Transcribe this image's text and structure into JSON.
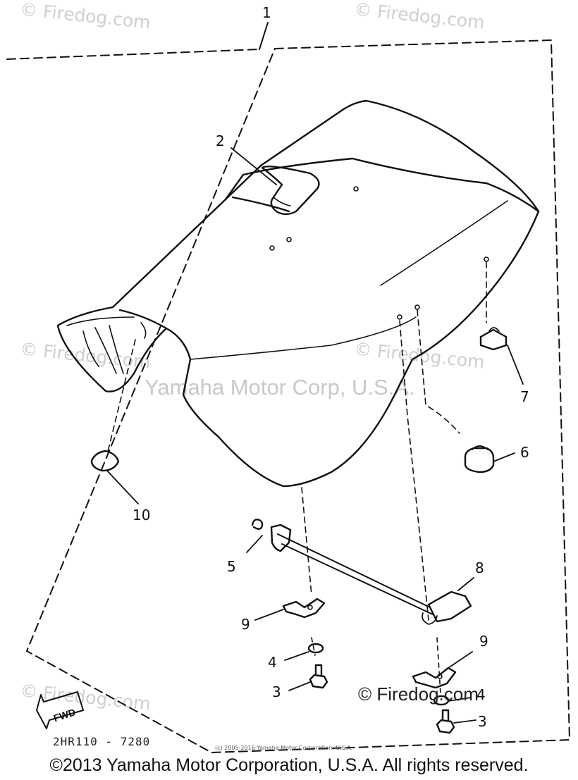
{
  "watermarks": {
    "tl": "© Firedog.com",
    "tr": "© Firedog.com",
    "ml": "© Firedog.com",
    "mr": "© Firedog.com",
    "bl": "© Firedog.com"
  },
  "corp_watermark": "Yamaha Motor Corp, U.S.A.",
  "firedog_bottom": "© Firedog.com",
  "diagram_code": "2HR110 - 7280",
  "fwd_label": "FWD",
  "tiny_copyright": "(c) 2005-2016 Yamaha Motor Corporation, U.S.A.",
  "copyright": "©2013 Yamaha Motor Corporation, U.S.A. All rights reserved.",
  "callouts": {
    "c1": "1",
    "c2": "2",
    "c3a": "3",
    "c3b": "3",
    "c4a": "4",
    "c4b": "4",
    "c5": "5",
    "c6": "6",
    "c7": "7",
    "c8": "8",
    "c9a": "9",
    "c9b": "9",
    "c10": "10"
  }
}
